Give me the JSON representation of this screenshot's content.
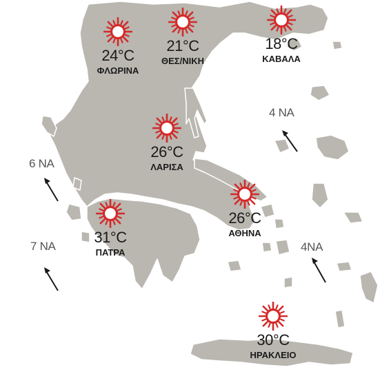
{
  "cities": [
    {
      "name": "ΦΛΩΡΙΝΑ",
      "temp": "24°C",
      "weather": "sun-icon"
    },
    {
      "name": "ΘΕΣ/ΝΙΚΗ",
      "temp": "21°C",
      "weather": "sun-icon"
    },
    {
      "name": "ΚΑΒΑΛΑ",
      "temp": "18°C",
      "weather": "sun-icon"
    },
    {
      "name": "ΛΑΡΙΣΑ",
      "temp": "26°C",
      "weather": "sun-icon"
    },
    {
      "name": "ΑΘΗΝΑ",
      "temp": "26°C",
      "weather": "sun-icon"
    },
    {
      "name": "ΠΑΤΡΑ",
      "temp": "31°C",
      "weather": "sun-icon"
    },
    {
      "name": "ΗΡΑΚΛΕΙΟ",
      "temp": "30°C",
      "weather": "sun-icon"
    }
  ],
  "winds": [
    {
      "label": "4 ΝΑ",
      "direction": "north-west-arrow-icon"
    },
    {
      "label": "6 ΝΑ",
      "direction": "north-west-arrow-icon"
    },
    {
      "label": "7 ΝΑ",
      "direction": "north-west-arrow-icon"
    },
    {
      "label": "4ΝΑ",
      "direction": "north-west-arrow-icon"
    }
  ],
  "colors": {
    "land": "#b9b7b0",
    "sun": "#d42a2a",
    "text": "#1a1a1a",
    "wind_text": "#555555",
    "sea": "#ffffff"
  }
}
